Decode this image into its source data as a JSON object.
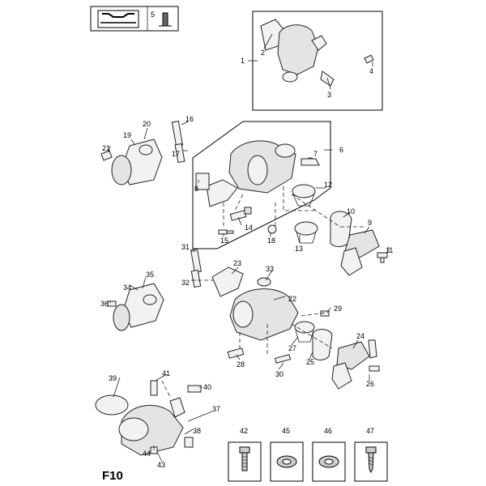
{
  "page_code": "F10",
  "header_box": {
    "icon_label": "5"
  },
  "callouts": [
    "1",
    "2",
    "3",
    "4",
    "6",
    "7",
    "8",
    "9",
    "10",
    "11",
    "12",
    "13",
    "14",
    "15",
    "16",
    "17",
    "18",
    "19",
    "20",
    "21",
    "22",
    "23",
    "24",
    "25",
    "26",
    "27",
    "28",
    "29",
    "30",
    "31",
    "32",
    "33",
    "34",
    "35",
    "36",
    "37",
    "38",
    "39",
    "40",
    "41",
    "42",
    "43",
    "44",
    "45",
    "46",
    "47"
  ],
  "legend_items": [
    {
      "number": "42",
      "icon": "bolt-icon"
    },
    {
      "number": "45",
      "icon": "washer-icon"
    },
    {
      "number": "46",
      "icon": "washer-icon"
    },
    {
      "number": "47",
      "icon": "screw-icon"
    }
  ]
}
